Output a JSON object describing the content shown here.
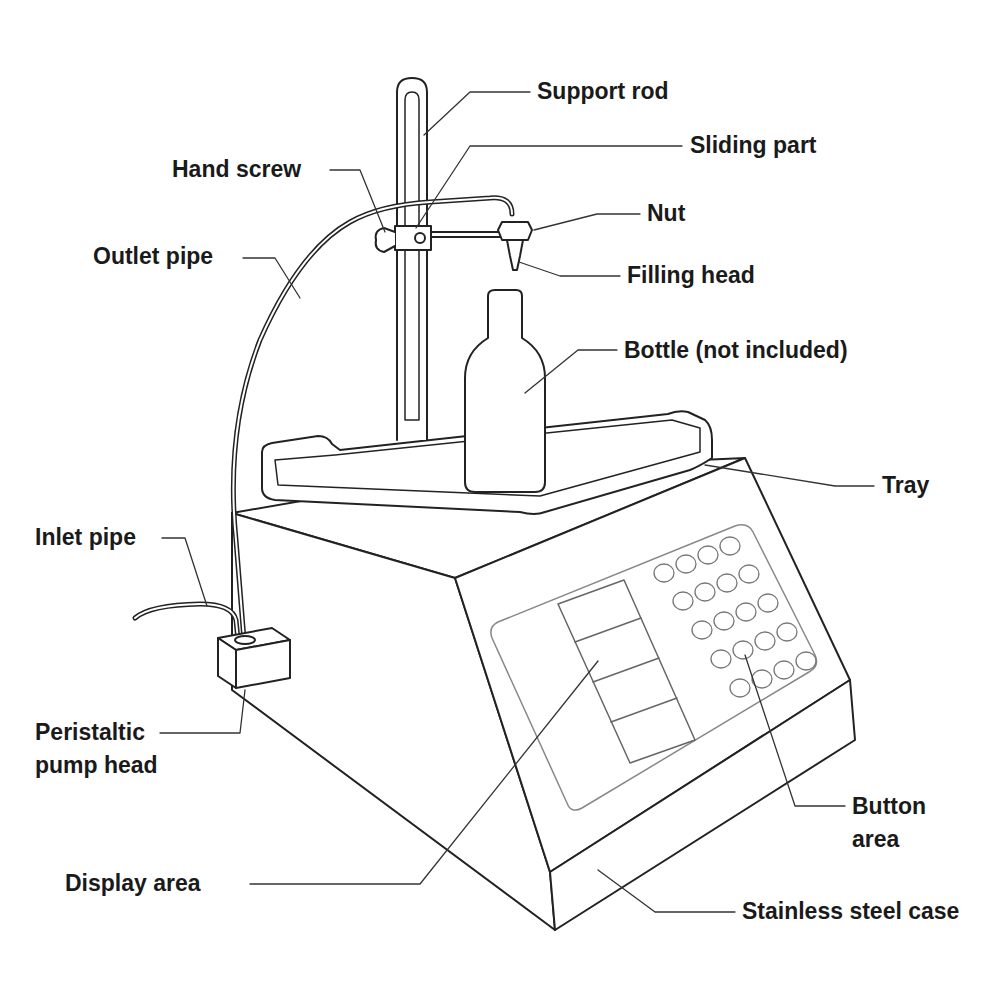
{
  "diagram": {
    "labels": [
      "Support rod",
      "Sliding part",
      "Hand screw",
      "Nut",
      "Outlet pipe",
      "Filling head",
      "Bottle (not included)",
      "Tray",
      "Inlet pipe",
      "Peristaltic pump head",
      "Display area",
      "Button area",
      "Stainless steel case"
    ]
  }
}
